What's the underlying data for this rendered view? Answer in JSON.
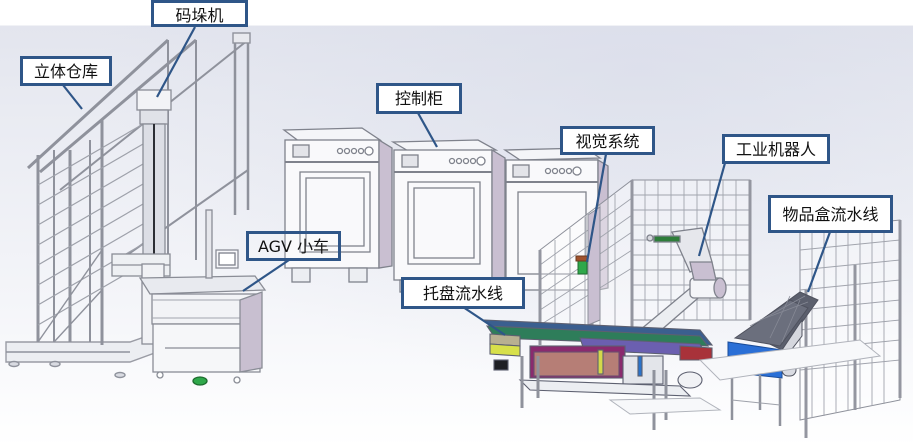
{
  "diagram": {
    "title": "",
    "theme": {
      "callout_border": "#2f5688",
      "leader_line": "#2f5688",
      "frame_metal": "#a7a9b2",
      "panel_lavender": "#c9bfd1",
      "conveyor_blue": "#2a6fd6",
      "indicator_green": "#2fa84a"
    },
    "callouts": [
      {
        "id": "stacker",
        "label": "码垛机"
      },
      {
        "id": "warehouse",
        "label": "立体仓库"
      },
      {
        "id": "control_cabinet",
        "label": "控制柜"
      },
      {
        "id": "vision_system",
        "label": "视觉系统"
      },
      {
        "id": "industrial_robot",
        "label": "工业机器人"
      },
      {
        "id": "agv",
        "label": "AGV 小车"
      },
      {
        "id": "item_box_line",
        "label": "物品盒流水线"
      },
      {
        "id": "tray_line",
        "label": "托盘流水线"
      }
    ],
    "components": [
      {
        "name": "立体仓库",
        "type": "automated rack warehouse"
      },
      {
        "name": "码垛机",
        "type": "stacker crane"
      },
      {
        "name": "AGV 小车",
        "type": "automated guided vehicle"
      },
      {
        "name": "控制柜",
        "type": "control cabinet",
        "count": 3
      },
      {
        "name": "视觉系统",
        "type": "vision camera"
      },
      {
        "name": "工业机器人",
        "type": "robot arm"
      },
      {
        "name": "托盘流水线",
        "type": "pallet conveyor"
      },
      {
        "name": "物品盒流水线",
        "type": "box conveyor"
      }
    ]
  }
}
